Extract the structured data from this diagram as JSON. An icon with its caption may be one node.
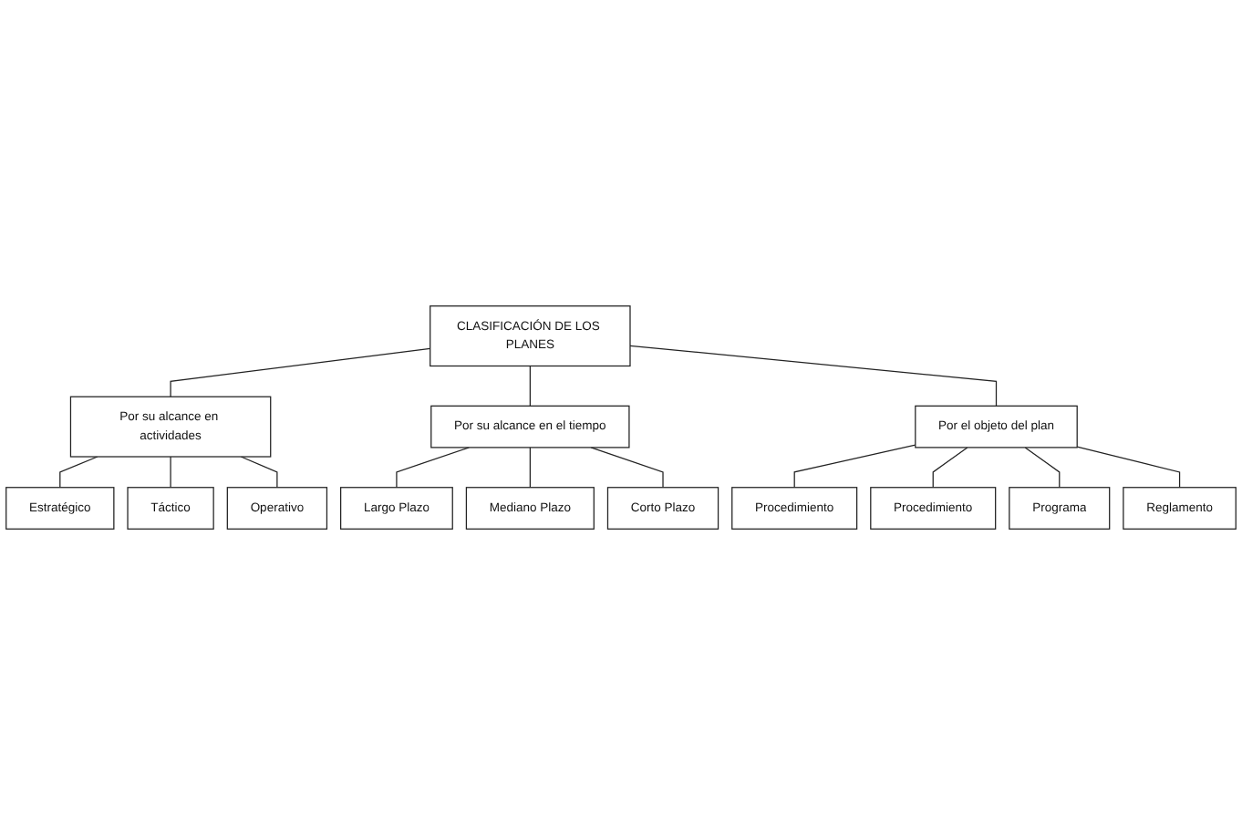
{
  "diagram": {
    "nodes": [
      {
        "text": [
          "CLASIFICACIÓN DE LOS PLANES"
        ]
      },
      {
        "text": [
          "Por su alcance en actividades"
        ]
      },
      {
        "text": [
          "Estratégico"
        ]
      },
      {
        "text": [
          "Táctico"
        ]
      },
      {
        "text": [
          "Operativo"
        ]
      },
      {
        "text": [
          "Por su alcance en el tiempo"
        ]
      },
      {
        "text": [
          "Largo Plazo"
        ]
      },
      {
        "text": [
          "Mediano Plazo"
        ]
      },
      {
        "text": [
          "Corto Plazo"
        ]
      },
      {
        "text": [
          "Por el objeto del plan"
        ]
      },
      {
        "text": [
          "Procedimiento"
        ]
      },
      {
        "text": [
          "Procedimiento"
        ]
      },
      {
        "text": [
          "Programa"
        ]
      },
      {
        "text": [
          "Reglamento"
        ]
      }
    ],
    "edges": [
      {
        "from": 0,
        "to": 1,
        "arrow": "none"
      },
      {
        "from": 0,
        "to": 5,
        "arrow": "none"
      },
      {
        "from": 0,
        "to": 9,
        "arrow": "none"
      },
      {
        "from": 1,
        "to": 2,
        "arrow": "none"
      },
      {
        "from": 1,
        "to": 3,
        "arrow": "none"
      },
      {
        "from": 1,
        "to": 4,
        "arrow": "none"
      },
      {
        "from": 5,
        "to": 6,
        "arrow": "none"
      },
      {
        "from": 5,
        "to": 7,
        "arrow": "none"
      },
      {
        "from": 5,
        "to": 8,
        "arrow": "none"
      },
      {
        "from": 9,
        "to": 10,
        "arrow": "none"
      },
      {
        "from": 9,
        "to": 11,
        "arrow": "none"
      },
      {
        "from": 9,
        "to": 12,
        "arrow": "none"
      },
      {
        "from": 9,
        "to": 13,
        "arrow": "none"
      }
    ]
  }
}
